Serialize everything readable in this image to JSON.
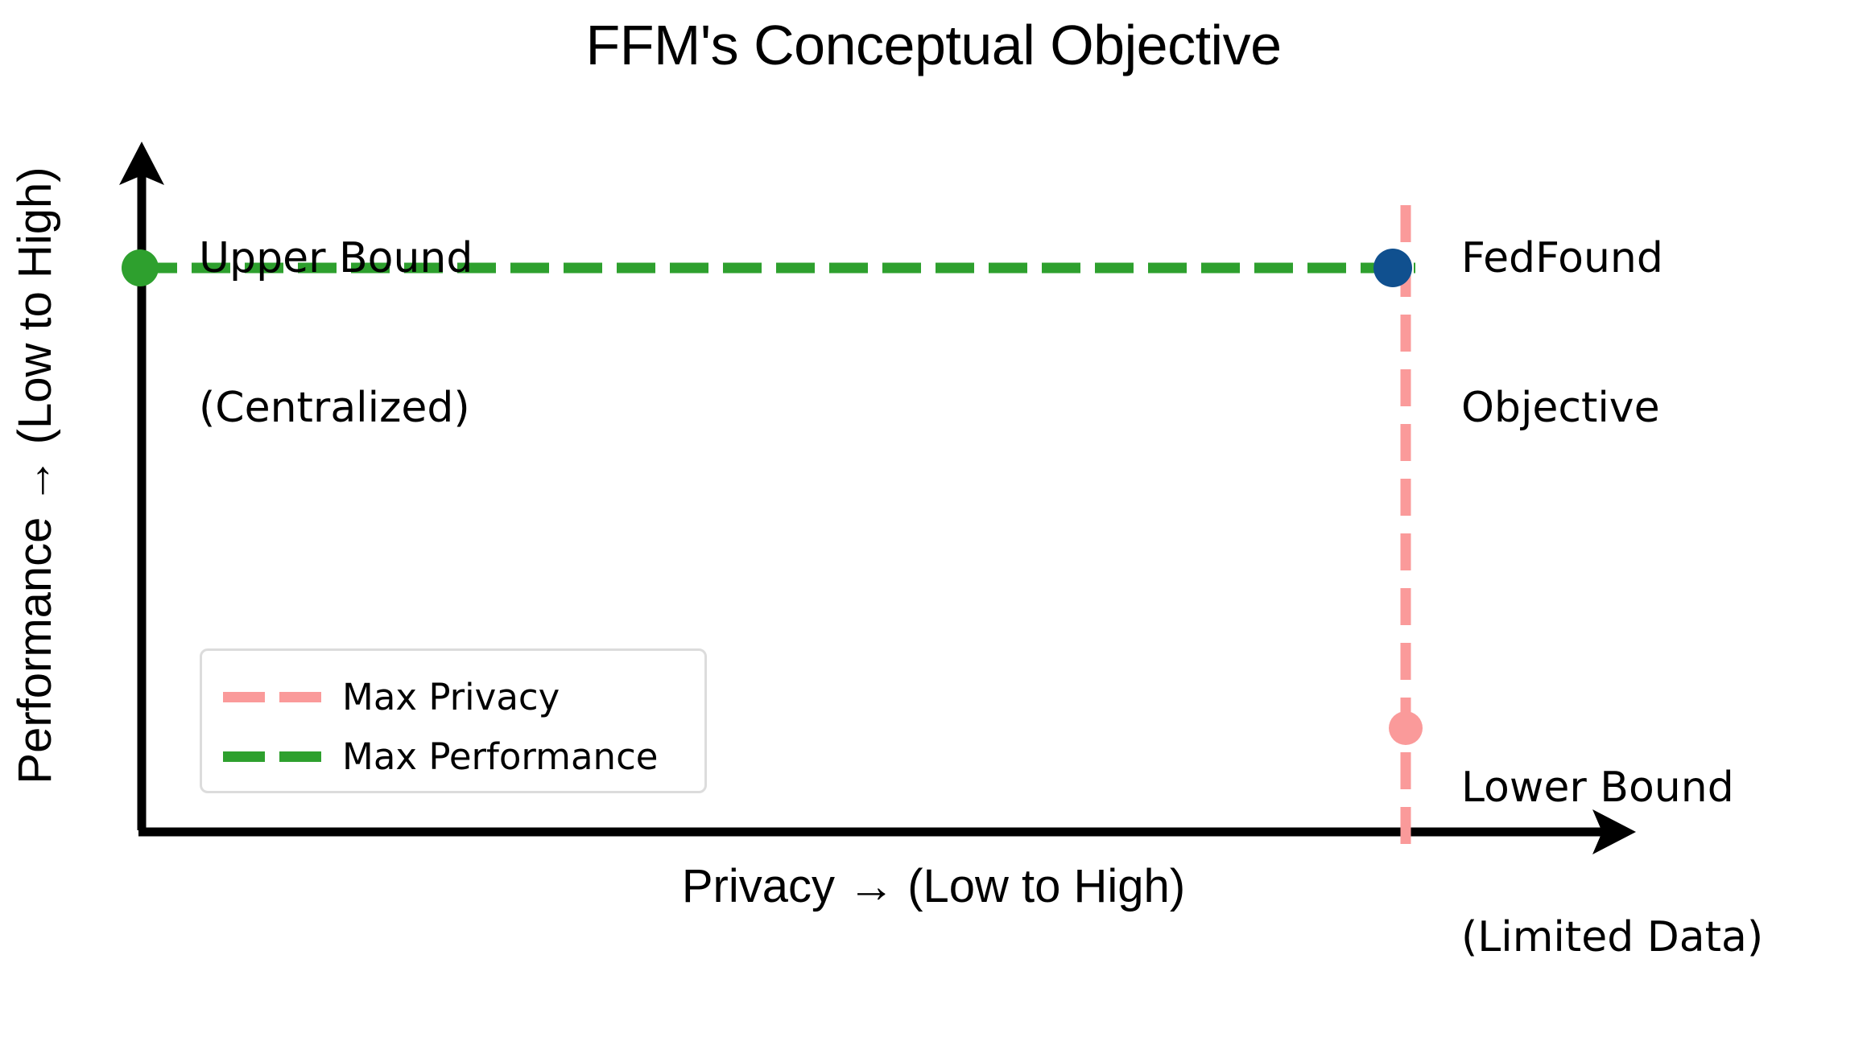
{
  "chart_data": {
    "type": "scatter",
    "title": "FFM's Conceptual Objective",
    "xlabel": "Privacy → (Low to High)",
    "ylabel": "Performance → (Low to High)",
    "xlim": [
      0,
      1.1
    ],
    "ylim": [
      0,
      1.1
    ],
    "grid": false,
    "axis_ticks": false,
    "axis_style": "arrowed-spines",
    "legend": {
      "position": "lower-left-inside",
      "entries": [
        {
          "label": "Max Privacy",
          "color": "#fa9a9a",
          "linestyle": "dashed"
        },
        {
          "label": "Max Performance",
          "color": "#2ea02e",
          "linestyle": "dashed"
        }
      ]
    },
    "series": [
      {
        "name": "Max Performance",
        "type": "hline",
        "y": 0.85,
        "x_start": 0.0,
        "x_end": 0.9,
        "color": "#2ea02e",
        "linestyle": "dashed",
        "linewidth": 12
      },
      {
        "name": "Max Privacy",
        "type": "vline",
        "x": 0.9,
        "y_start": 0.0,
        "y_end": 0.93,
        "color": "#fa9a9a",
        "linestyle": "dashed",
        "linewidth": 12
      }
    ],
    "points": [
      {
        "name": "Upper Bound (Centralized)",
        "x": 0.0,
        "y": 0.85,
        "color": "#2ea02e",
        "marker": "o",
        "size": 22
      },
      {
        "name": "FedFound Objective",
        "x": 0.9,
        "y": 0.85,
        "color": "#10508f",
        "marker": "o",
        "size": 23
      },
      {
        "name": "Lower Bound (Limited Data)",
        "x": 0.9,
        "y": 0.17,
        "color": "#fa9a9a",
        "marker": "o",
        "size": 20
      }
    ],
    "annotations": [
      {
        "id": "upper-bound",
        "text": "Upper Bound\n(Centralized)",
        "x": 0.04,
        "y": 0.97,
        "align": "left"
      },
      {
        "id": "fedfound",
        "text": "FedFound\nObjective",
        "x": 0.93,
        "y": 0.97,
        "align": "left"
      },
      {
        "id": "lower-bound",
        "text": "Lower Bound\n(Limited Data)",
        "x": 0.93,
        "y": 0.26,
        "align": "left"
      }
    ]
  },
  "figure": {
    "title": "FFM's Conceptual Objective",
    "xlabel": "Privacy → (Low to High)",
    "ylabel": "Performance → (Low to High)"
  },
  "annotations": {
    "upper_bound_line1": "Upper Bound",
    "upper_bound_line2": "(Centralized)",
    "fedfound_line1": "FedFound",
    "fedfound_line2": "Objective",
    "lower_bound_line1": "Lower Bound",
    "lower_bound_line2": "(Limited Data)"
  },
  "legend": {
    "entries": [
      {
        "label": "Max Privacy"
      },
      {
        "label": "Max Performance"
      }
    ]
  },
  "colors": {
    "max_privacy": "#fa9a9a",
    "max_performance": "#2ea02e",
    "fedfound_point": "#10508f",
    "axis": "#000000",
    "background": "#ffffff",
    "legend_border": "#dcdcdc"
  }
}
